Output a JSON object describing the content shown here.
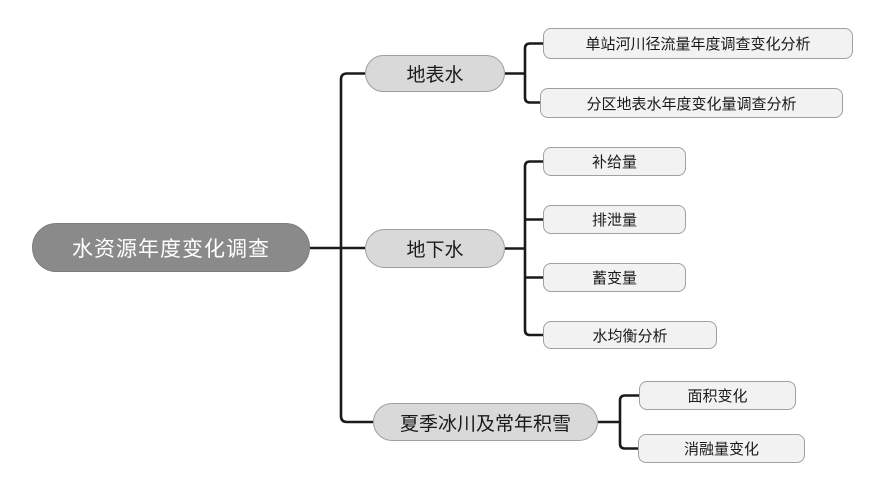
{
  "diagram": {
    "type": "mind-map-tree",
    "root": {
      "label": "水资源年度变化调查"
    },
    "branches": [
      {
        "label": "地表水",
        "children": [
          {
            "label": "单站河川径流量年度调查变化分析"
          },
          {
            "label": "分区地表水年度变化量调查分析"
          }
        ]
      },
      {
        "label": "地下水",
        "children": [
          {
            "label": "补给量"
          },
          {
            "label": "排泄量"
          },
          {
            "label": "蓄变量"
          },
          {
            "label": "水均衡分析"
          }
        ]
      },
      {
        "label": "夏季冰川及常年积雪",
        "children": [
          {
            "label": "面积变化"
          },
          {
            "label": "消融量变化"
          }
        ]
      }
    ],
    "colors": {
      "root_fill": "#8a8a8a",
      "root_text": "#ffffff",
      "branch_fill": "#d9d9d9",
      "leaf_fill": "#f2f2f2",
      "node_border": "#a0a0a0",
      "line": "#1a1a1a",
      "background": "#ffffff"
    }
  }
}
